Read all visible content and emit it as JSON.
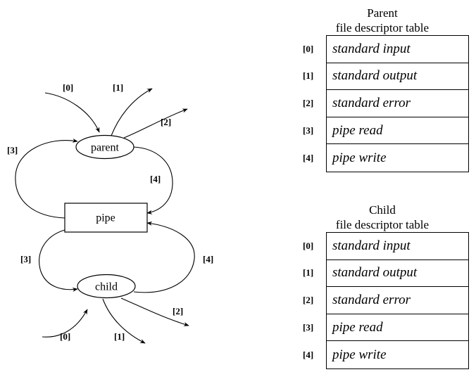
{
  "diagram": {
    "nodes": [
      {
        "id": "parent",
        "label": "parent",
        "shape": "ellipse"
      },
      {
        "id": "pipe",
        "label": "pipe",
        "shape": "box"
      },
      {
        "id": "child",
        "label": "child",
        "shape": "ellipse"
      }
    ],
    "edge_labels": {
      "parent_in_0": "[0]",
      "parent_out_1": "[1]",
      "parent_out_2": "[2]",
      "parent_read_3": "[3]",
      "parent_write_4": "[4]",
      "child_read_3": "[3]",
      "child_write_4": "[4]",
      "child_in_0": "[0]",
      "child_out_1": "[1]",
      "child_out_2": "[2]"
    }
  },
  "tables": [
    {
      "id": "parent-table",
      "title_line1": "Parent",
      "title_line2": "file descriptor table",
      "rows": [
        {
          "index": "[0]",
          "value": "standard input"
        },
        {
          "index": "[1]",
          "value": "standard output"
        },
        {
          "index": "[2]",
          "value": "standard error"
        },
        {
          "index": "[3]",
          "value": "pipe read"
        },
        {
          "index": "[4]",
          "value": "pipe write"
        }
      ]
    },
    {
      "id": "child-table",
      "title_line1": "Child",
      "title_line2": "file descriptor table",
      "rows": [
        {
          "index": "[0]",
          "value": "standard input"
        },
        {
          "index": "[1]",
          "value": "standard output"
        },
        {
          "index": "[2]",
          "value": "standard error"
        },
        {
          "index": "[3]",
          "value": "pipe read"
        },
        {
          "index": "[4]",
          "value": "pipe write"
        }
      ]
    }
  ],
  "colors": {
    "stroke": "#000000",
    "background": "#ffffff"
  }
}
